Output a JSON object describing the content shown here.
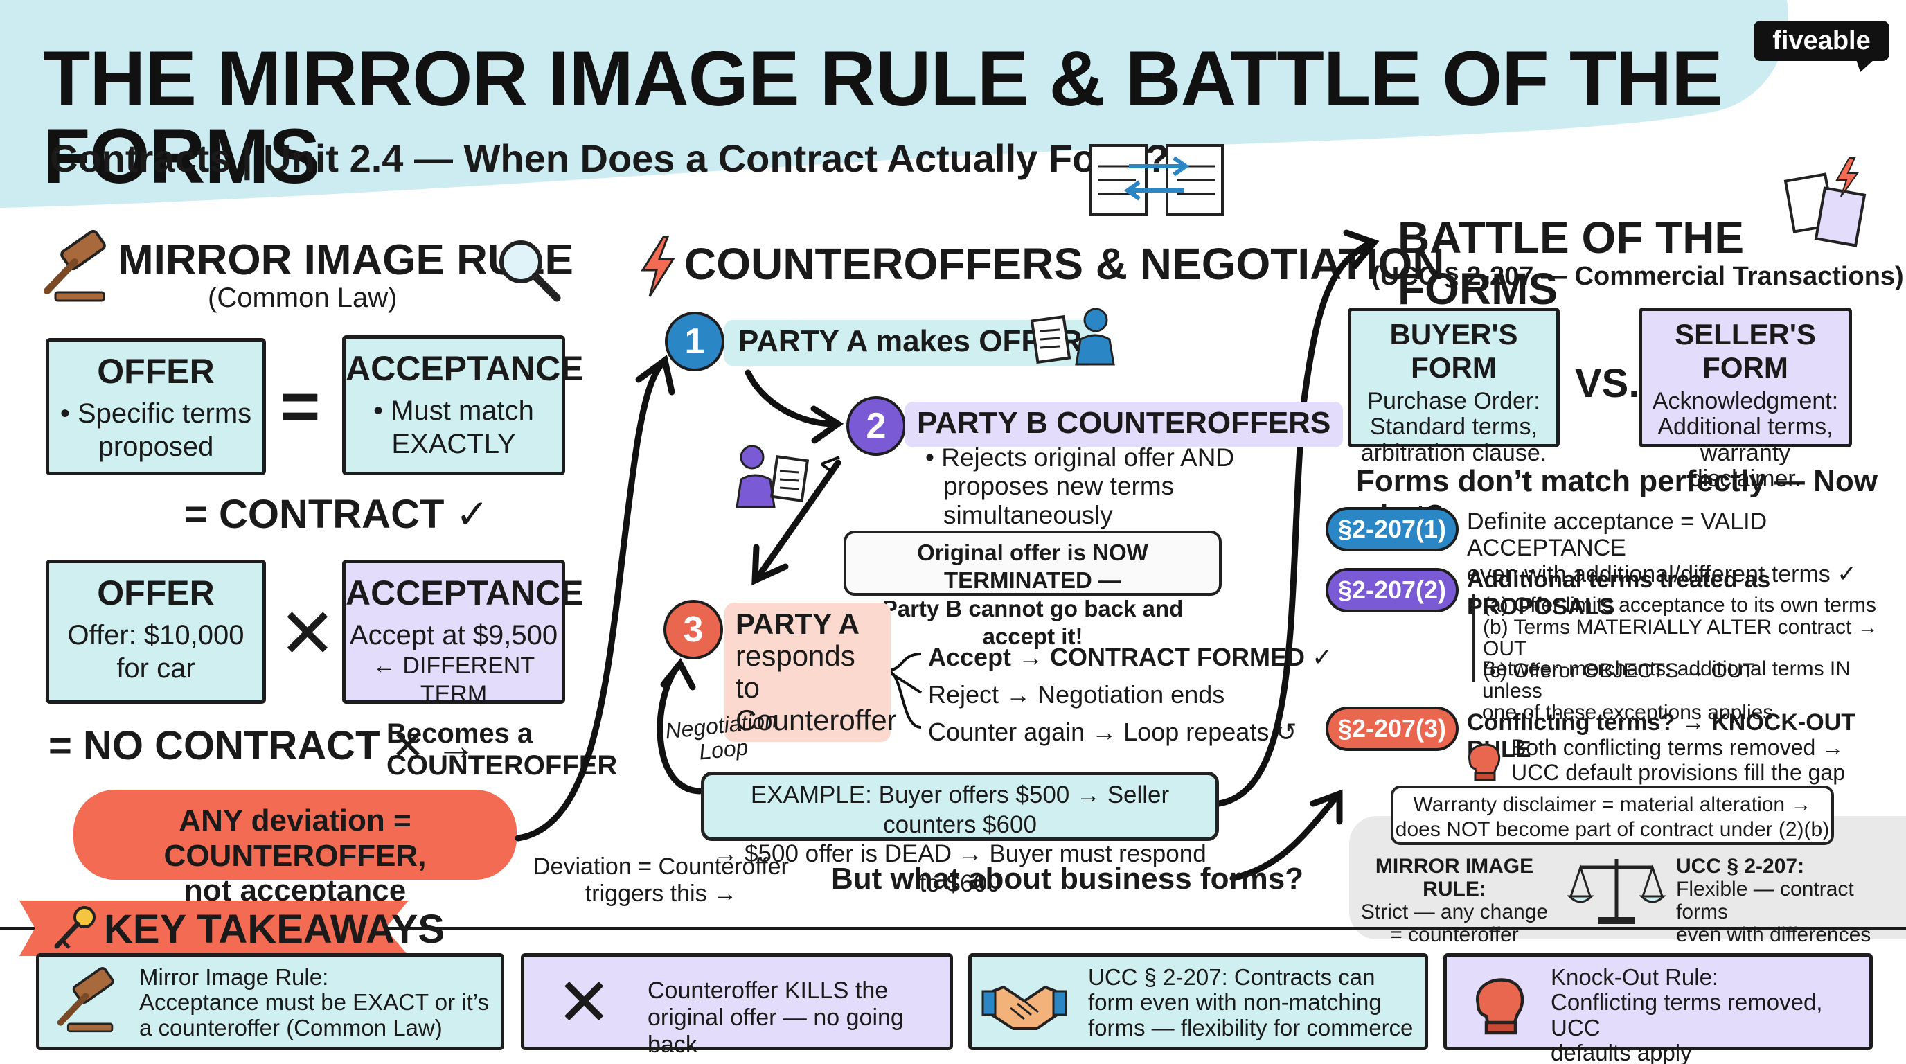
{
  "header": {
    "title": "THE MIRROR IMAGE RULE & BATTLE OF THE FORMS",
    "subtitle": "Contracts | Unit 2.4 — When Does a Contract Actually Form?",
    "logo": "fiveable"
  },
  "mirror": {
    "title": "MIRROR IMAGE RULE",
    "subtitle": "(Common Law)",
    "row1": {
      "offer_title": "OFFER",
      "offer_lines": [
        "• Specific terms",
        "proposed"
      ],
      "equals": "=",
      "accept_title": "ACCEPTANCE",
      "accept_lines": [
        "• Must match",
        "EXACTLY"
      ],
      "result": "= CONTRACT ✓"
    },
    "row2": {
      "offer_title": "OFFER",
      "offer_lines": [
        "Offer: $10,000",
        "for car"
      ],
      "cross": "✕",
      "accept_title": "ACCEPTANCE",
      "accept_lines": [
        "Accept at $9,500",
        "← DIFFERENT TERM"
      ],
      "result": "= NO CONTRACT ✕ →",
      "becomes": [
        "Becomes a",
        "COUNTEROFFER"
      ]
    },
    "deviation": [
      "ANY deviation = COUNTEROFFER,",
      "not acceptance"
    ]
  },
  "counter": {
    "title": "COUNTEROFFERS & NEGOTIATION",
    "step1": {
      "num": "1",
      "label": "PARTY A makes OFFER"
    },
    "step2": {
      "num": "2",
      "label": "PARTY B COUNTEROFFERS",
      "lines": [
        "• Rejects original offer AND",
        "proposes new terms",
        "simultaneously"
      ]
    },
    "terminated": [
      "Original offer is NOW TERMINATED —",
      "Party B cannot go back and accept it!"
    ],
    "step3": {
      "num": "3",
      "label": [
        "PARTY A",
        "responds to",
        "Counteroffer"
      ],
      "options": [
        "Accept → CONTRACT FORMED ✓",
        "Reject → Negotiation ends",
        "Counter again → Loop repeats ↺"
      ]
    },
    "loop": [
      "Negotiation",
      "Loop"
    ],
    "example": [
      "EXAMPLE: Buyer offers $500 → Seller counters $600",
      "→ $500 offer is DEAD → Buyer must respond to $600"
    ],
    "deviation_note": [
      "Deviation = Counteroffer",
      "triggers this →"
    ],
    "business": "But what about business forms?"
  },
  "battle": {
    "title": "BATTLE OF THE FORMS",
    "subtitle": "(UCC § 2-207 — Commercial Transactions)",
    "buyer": {
      "title": "BUYER'S FORM",
      "lines": [
        "Purchase Order:",
        "Standard terms,",
        "arbitration clause."
      ]
    },
    "vs": "VS.",
    "seller": {
      "title": "SELLER'S FORM",
      "lines": [
        "Acknowledgment:",
        "Additional terms,",
        "warranty disclaimer."
      ]
    },
    "question": "Forms don’t match perfectly — Now what?",
    "s1": {
      "label": "§2-207(1)",
      "lines": [
        "Definite acceptance = VALID ACCEPTANCE",
        "even with additional/different terms ✓"
      ]
    },
    "s2": {
      "label": "§2-207(2)",
      "head": "Additional terms treated as PROPOSALS",
      "items": [
        "(a) Offer limits acceptance to its own terms",
        "(b) Terms MATERIALLY ALTER contract → OUT",
        "(c) Offeror OBJECTS → OUT"
      ],
      "note": [
        "Between merchants: additional terms IN unless",
        "one of these exceptions applies"
      ]
    },
    "s3": {
      "label": "§2-207(3)",
      "head": "Conflicting terms? → KNOCK-OUT RULE",
      "lines": [
        "Both conflicting terms removed →",
        "UCC default provisions fill the gap"
      ]
    },
    "warranty": [
      "Warranty disclaimer = material alteration →",
      "does NOT become part of contract under (2)(b)"
    ],
    "compare_left": [
      "MIRROR IMAGE RULE:",
      "Strict — any change",
      "= counteroffer"
    ],
    "compare_right": [
      "UCC § 2-207:",
      "Flexible — contract forms",
      "even with differences"
    ]
  },
  "takeaways": {
    "title": "KEY TAKEAWAYS",
    "items": [
      {
        "lines": [
          "Mirror Image Rule:",
          "Acceptance must be EXACT or it’s",
          "a counteroffer (Common Law)"
        ]
      },
      {
        "lines": [
          "Counteroffer KILLS the",
          "original offer — no going back"
        ]
      },
      {
        "lines": [
          "UCC § 2-207: Contracts can",
          "form even with non-matching",
          "forms — flexibility for commerce"
        ]
      },
      {
        "lines": [
          "Knock-Out Rule:",
          "Conflicting terms removed, UCC",
          "defaults apply"
        ]
      }
    ]
  },
  "icons": [
    "gavel-icon",
    "magnifier-icon",
    "lightning-icon",
    "documents-swap-icon",
    "person-document-icon",
    "scale-icon",
    "boxing-glove-icon",
    "handshake-icon",
    "key-icon",
    "cross-icon"
  ],
  "colors": {
    "teal": "#cfeff0",
    "purple": "#e4dcfb",
    "pink": "#fcd9cf",
    "blue": "#2a86c4",
    "violet": "#7b5ad6",
    "coral": "#e9674f",
    "deviation": "#f26b52"
  }
}
